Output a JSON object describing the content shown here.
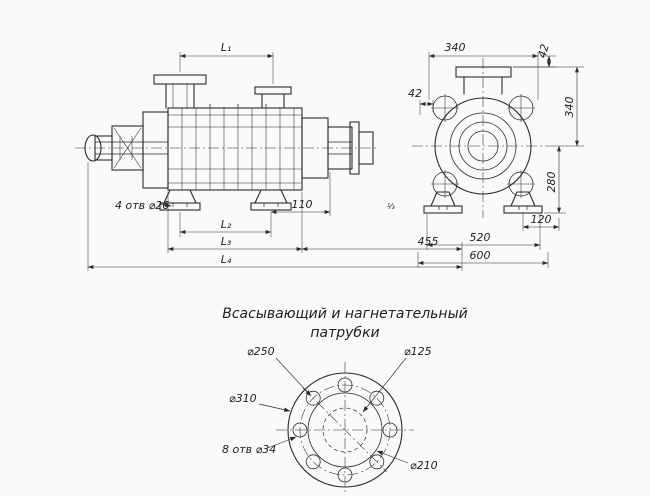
{
  "meta": {
    "background": "#fafaf8",
    "line_color": "#2b2b2b"
  },
  "side_view": {
    "l1": "L₁",
    "l2": "L₂",
    "l3": "L₃",
    "l4": "L₄",
    "holes_note": "4 отв ⌀26",
    "d110": "110",
    "d455": "455"
  },
  "end_view": {
    "top340": "340",
    "top42": "42",
    "left42": "42",
    "right340": "340",
    "right280": "280",
    "d120": "120",
    "d520": "520",
    "d600": "600",
    "mark": "⅓"
  },
  "flange": {
    "title1": "Всасывающий и нагнетательный",
    "title2": "патрубки",
    "d250": "⌀250",
    "d125": "⌀125",
    "d310": "⌀310",
    "holes_note": "8 отв ⌀34",
    "d210": "⌀210"
  }
}
